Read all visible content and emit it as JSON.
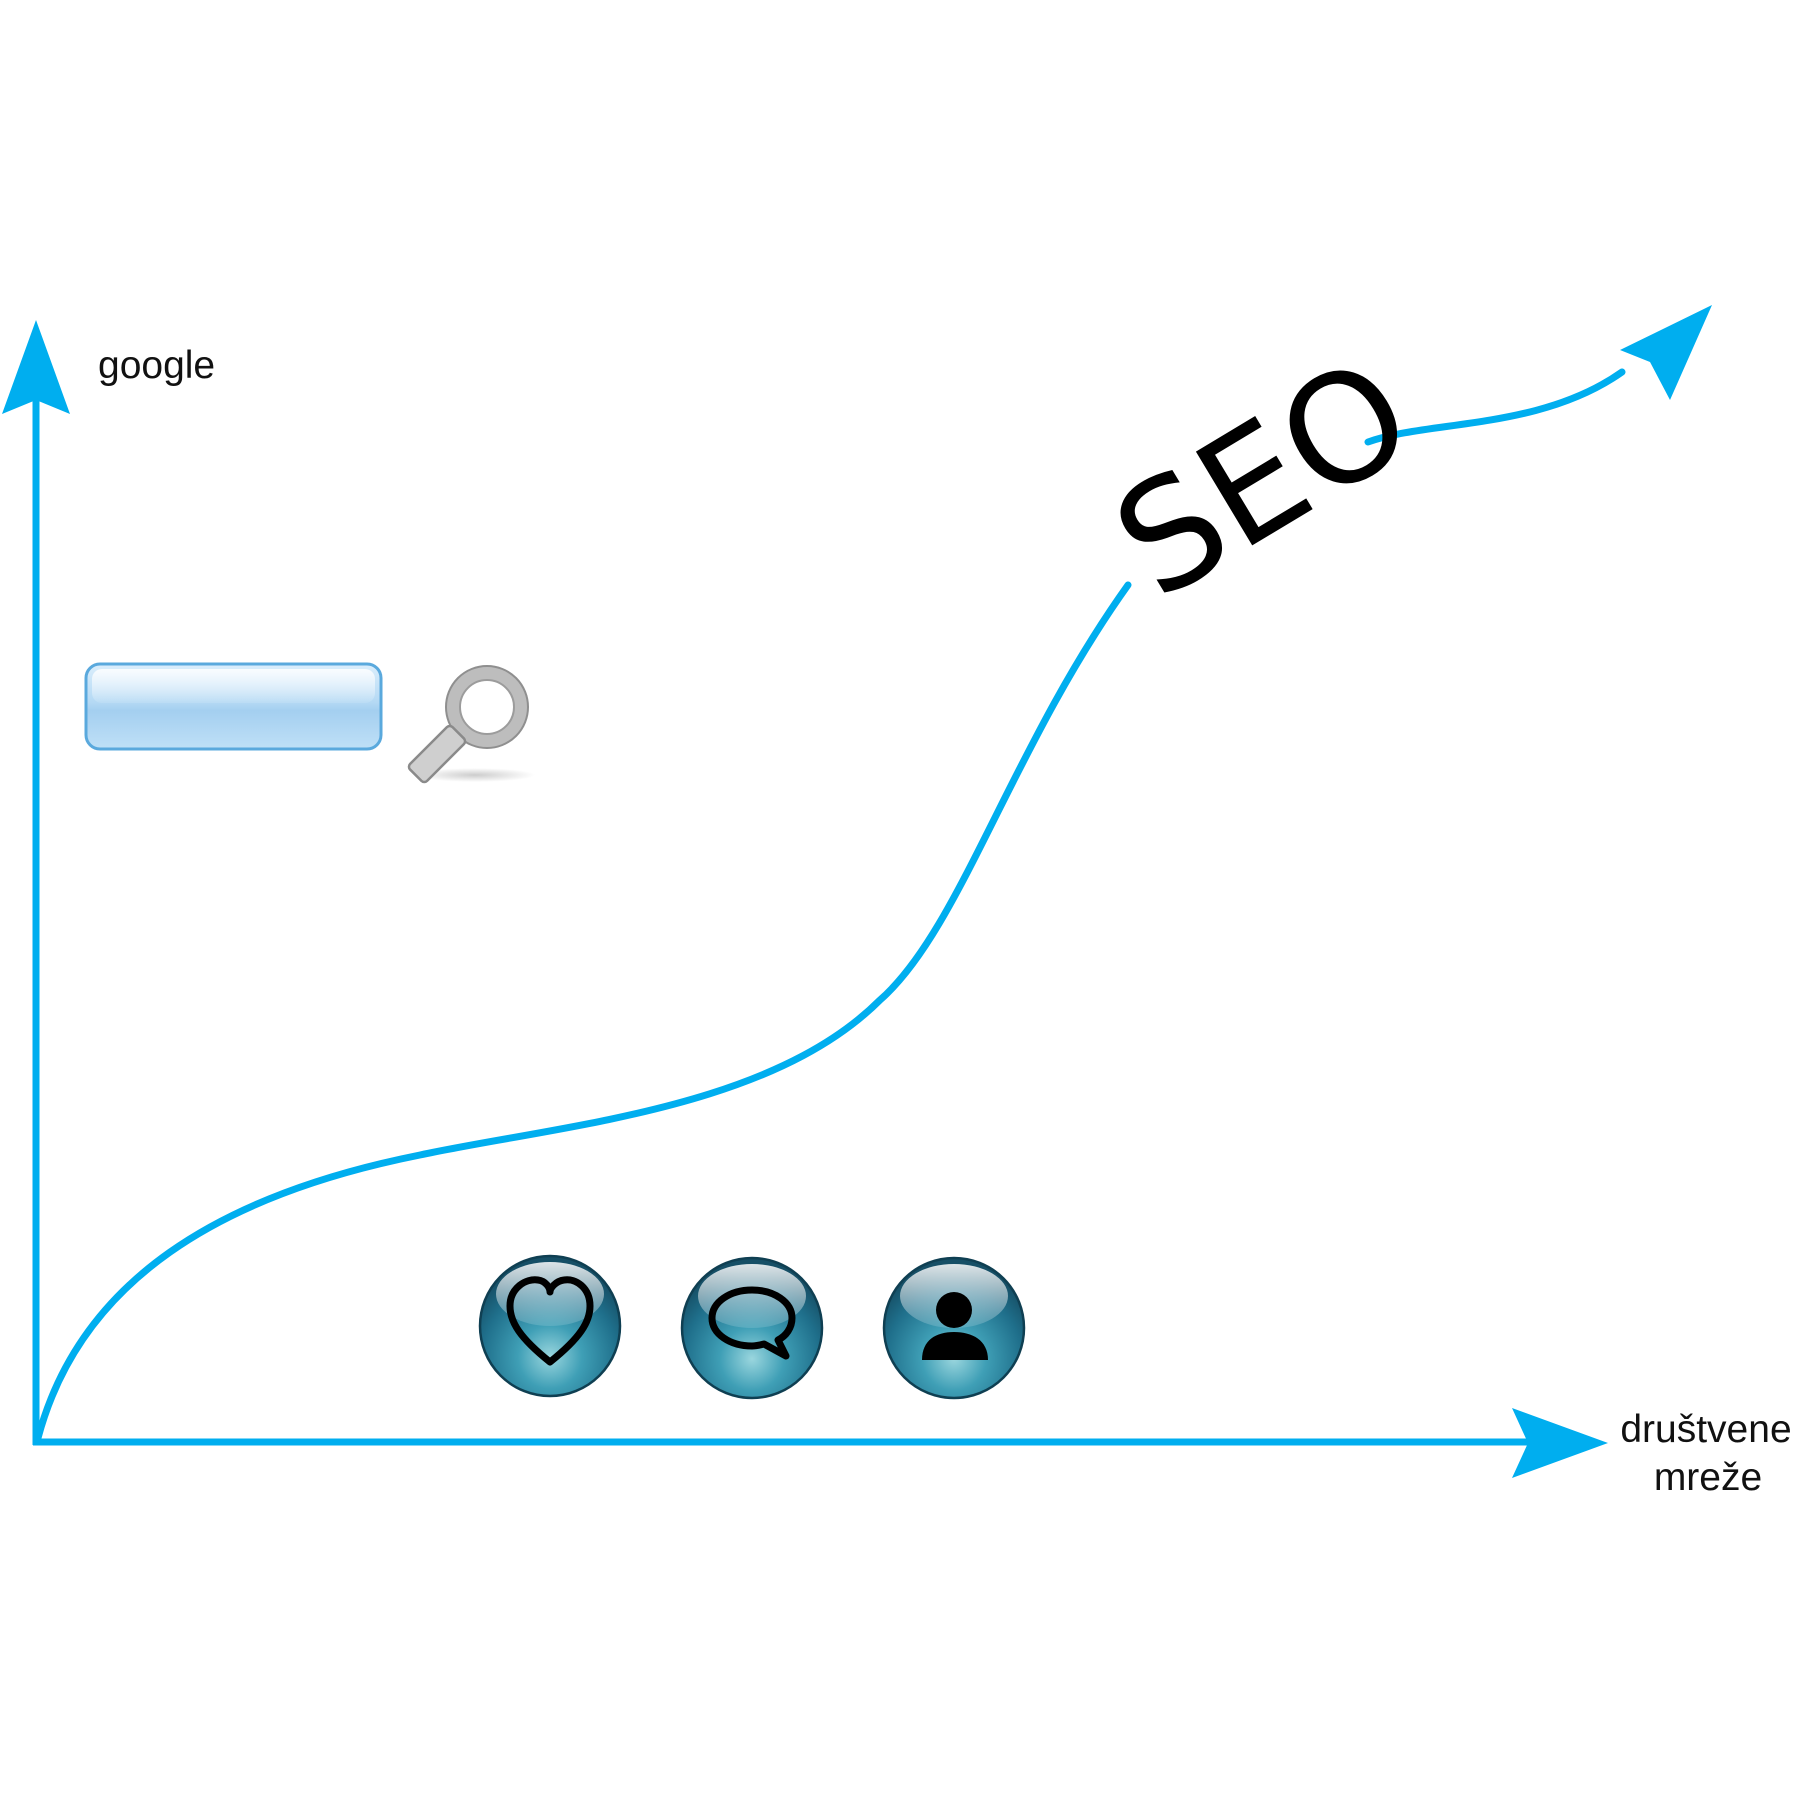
{
  "axes": {
    "y_label": "google",
    "x_label_line1": "društvene",
    "x_label_line2": "mreže"
  },
  "curve": {
    "label": "SEO"
  },
  "colors": {
    "accent": "#00AEEF",
    "text": "#000000",
    "search_box": "#A9D3F2",
    "button_glass": "#2E88A4"
  },
  "icons": {
    "search": "magnifier-icon",
    "social": [
      "heart-icon",
      "speech-bubble-icon",
      "person-icon"
    ]
  }
}
